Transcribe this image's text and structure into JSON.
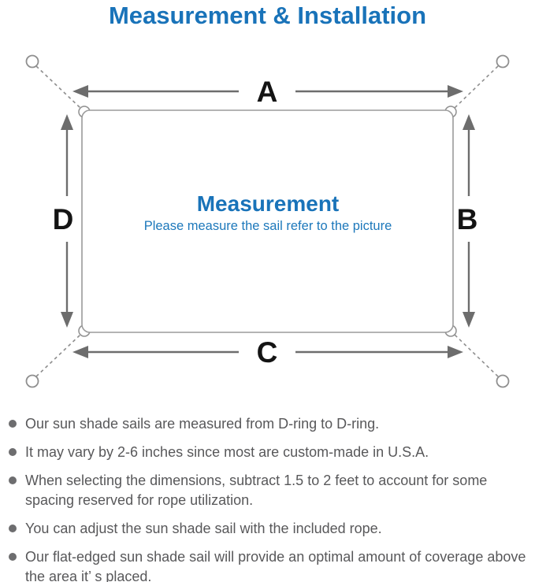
{
  "title": "Measurement & Installation",
  "diagram": {
    "labels": {
      "top": "A",
      "right": "B",
      "bottom": "C",
      "left": "D"
    },
    "center_title": "Measurement",
    "center_subtitle": "Please measure the sail refer to the picture"
  },
  "notes": [
    "Our sun shade sails are measured from D-ring to D-ring.",
    "It may vary by 2-6 inches since most are custom-made in U.S.A.",
    "When selecting the dimensions, subtract 1.5 to 2 feet to account for some spacing reserved for rope utilization.",
    "You can adjust the sun shade sail with the included rope.",
    "Our flat-edged sun shade sail will provide an optimal amount of coverage above the area it’ s placed."
  ],
  "colors": {
    "accent_blue": "#1973b9",
    "line_gray": "#8f8f8f",
    "arrow_gray": "#6d6d6d",
    "text_gray": "#58585a",
    "label_black": "#141414"
  }
}
